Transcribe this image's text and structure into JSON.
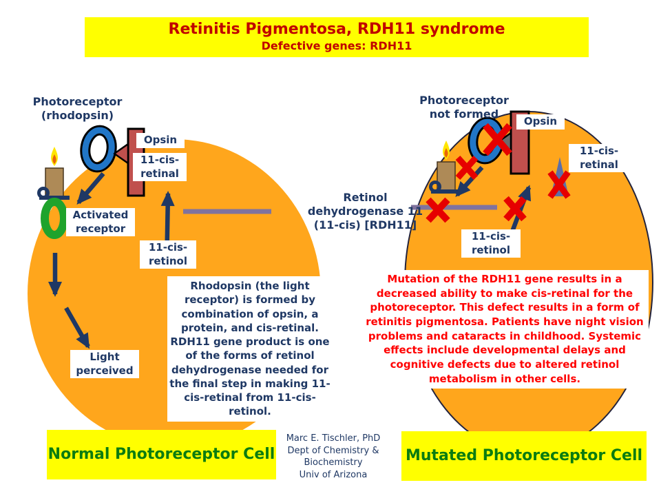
{
  "title": {
    "line1": "Retinitis Pigmentosa, RDH11 syndrome",
    "line2": "Defective genes: RDH11"
  },
  "normal_cell": {
    "photoreceptor_label": "Photoreceptor\n(rhodopsin)",
    "opsin_label": "Opsin",
    "retinal_label": "11-cis-\nretinal",
    "activated_receptor_label": "Activated\nreceptor",
    "retinol_label": "11-cis-\nretinol",
    "light_perceived_label": "Light\nperceived",
    "banner": "Normal Photoreceptor Cell"
  },
  "mutated_cell": {
    "photoreceptor_label": "Photoreceptor\nnot formed",
    "opsin_label": "Opsin",
    "retinal_label": "11-cis-\nretinal",
    "retinol_label": "11-cis-\nretinol",
    "banner": "Mutated Photoreceptor Cell",
    "mutation_text": "Mutation of the RDH11 gene results in a decreased ability  to make cis-retinal  for the photoreceptor. This defect results  in a form of retinitis  pigmentosa.  Patients have night vision  problems  and cataracts in childhood. Systemic  effects include  developmental delays and cognitive  defects due to altered retinol  metabolism  in other cells."
  },
  "center": {
    "enzyme_label": "Retinol\ndehydrogenase 11\n(11-cis) [RDH11]",
    "info_text": "Rhodopsin  (the light receptor) is  formed by combination  of opsin, a protein,  and cis-retinal. RDH11 gene product is one of the forms of retinol  dehydrogenase needed for the final  step in making  11-cis-retinal from  11-cis-retinol."
  },
  "credit": "Marc  E. Tischler, PhD\nDept  of Chemistry  &\nBiochemistry\nUniv  of Arizona",
  "colors": {
    "banner_bg": "#FFFF00",
    "title_red": "#C00000",
    "navy_text": "#1F3864",
    "cell_orange": "#FFA61C",
    "green_banner_text": "#0B7C10",
    "mutation_red_text": "#FF0000",
    "opsin_fill": "#C0504D",
    "rhodopsin_oval_blue": "#2176C7",
    "activated_receptor_green": "#1FA32C",
    "enzyme_line_gray": "#80739E",
    "x_mark_red": "#E60000"
  }
}
